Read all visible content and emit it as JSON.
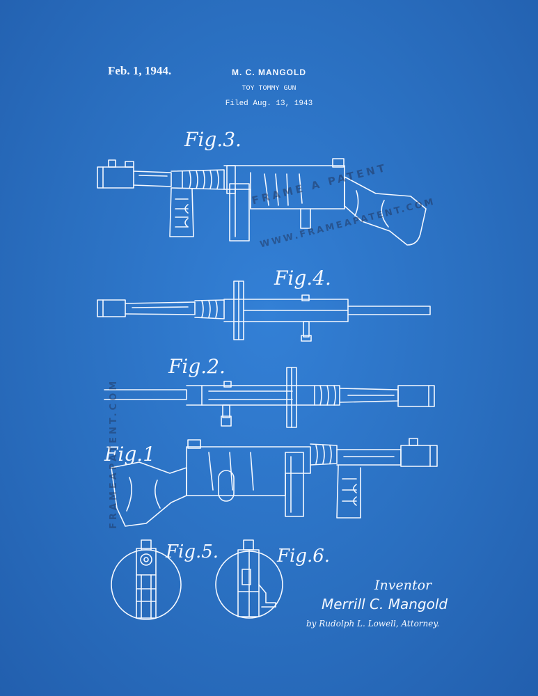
{
  "header": {
    "date": "Feb. 1, 1944.",
    "inventor": "M. C. MANGOLD",
    "title": "TOY TOMMY GUN",
    "filed": "Filed Aug. 13, 1943"
  },
  "figures": {
    "fig3": "Fig.3.",
    "fig4": "Fig.4.",
    "fig2": "Fig.2.",
    "fig1": "Fig.1",
    "fig5": "Fig.5.",
    "fig6": "Fig.6."
  },
  "signature": {
    "heading": "Inventor",
    "name": "Merrill C. Mangold",
    "attorney": "by Rudolph L. Lowell, Attorney."
  },
  "watermark": {
    "line1": "FRAME A PATENT",
    "line2": "WWW.FRAMEAPATENT.COM",
    "vertical": "FRAMEAPATENT.COM"
  },
  "colors": {
    "background": "#2a6fc0",
    "ink": "#f4f8ff",
    "watermark": "#1e2846"
  }
}
